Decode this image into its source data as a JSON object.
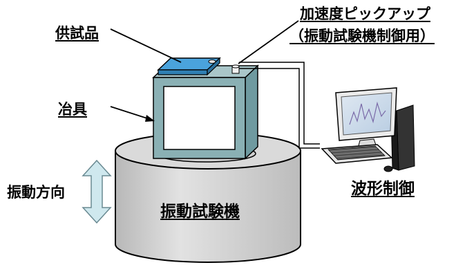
{
  "labels": {
    "specimen": "供試品",
    "accelerometer_line1": "加速度ピックアップ",
    "accelerometer_line2": "（振動試験機制御用）",
    "jig": "冶具",
    "vibration_direction": "振動方向",
    "shaker": "振動試験機",
    "waveform_control": "波形制御"
  },
  "colors": {
    "shaker_fill": "#d4d4d4",
    "jig_fill": "#8ab0b4",
    "specimen_fill": "#4aa3dc",
    "arrow_fill": "#cfe8ee",
    "monitor_body": "#eeeeee",
    "screen_fill": "#c7d6e8"
  },
  "icons": {
    "direction_arrow": "double-arrow-vertical-icon",
    "computer": "desktop-computer-icon"
  }
}
